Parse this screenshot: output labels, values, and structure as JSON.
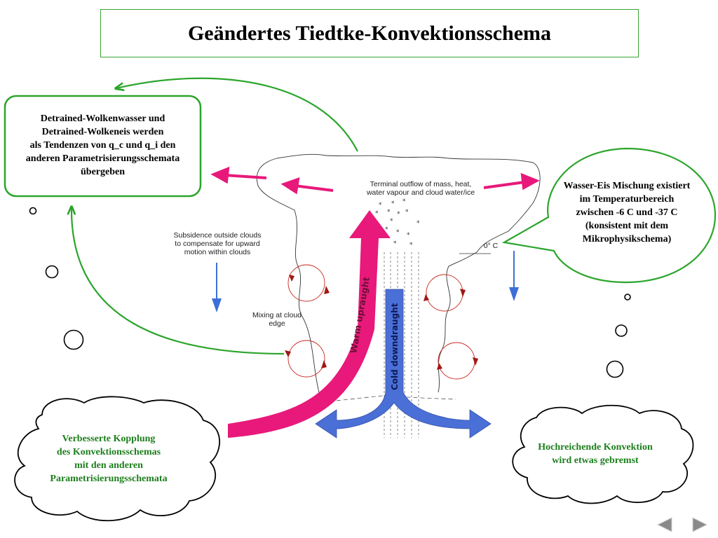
{
  "title": "Geändertes Tiedtke-Konvektionsschema",
  "boxes": {
    "detrained": [
      "Detrained-Wolkenwasser und",
      "Detrained-Wolkeneis werden",
      "als Tendenzen von q_c und q_i den",
      "anderen Parametrisierungsschemata",
      "übergeben"
    ],
    "mixed_phase": [
      "Wasser-Eis Mischung existiert",
      "im Temperaturbereich",
      "zwischen -6 C und -37 C",
      "(konsistent mit dem",
      "Mikrophysikschema)"
    ],
    "coupling": [
      "Verbesserte Kopplung",
      "des Konvektionsschemas",
      "mit den anderen",
      "Parametrisierungsschemata"
    ],
    "deep_convection": [
      "Hochreichende Konvektion",
      "wird etwas gebremst"
    ]
  },
  "diagram_labels": {
    "outflow": [
      "Terminal outflow of mass, heat,",
      "water vapour and cloud water/ice"
    ],
    "subsidence": [
      "Subsidence outside clouds",
      "to compensate for upward",
      "motion within clouds"
    ],
    "mixing": [
      "Mixing at cloud",
      "edge"
    ],
    "zero_c": "0° C",
    "warm_updraught": "Warm upraught",
    "cold_downdraught": "Cold downdraught"
  },
  "colors": {
    "title_border": "#3aa535",
    "callout_green": "#2ca52c",
    "updraught": "#e8197a",
    "downdraught": "#4a6fd6",
    "circulation": "#c8281e",
    "subsidence_arrow": "#3d6fd8",
    "text_green": "#1d7f1d"
  },
  "navigation": {
    "prev_icon": "triangle-left",
    "next_icon": "triangle-right"
  }
}
